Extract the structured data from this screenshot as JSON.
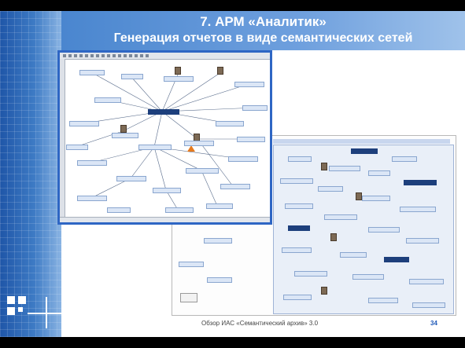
{
  "slide": {
    "title": "7. АРМ «Аналитик»",
    "subtitle": "Генерация отчетов в виде семантических сетей",
    "footer": "Обзор ИАС «Семантический архив» 3.0",
    "page_number": "34"
  },
  "colors": {
    "accent_blue": "#2e66c4",
    "band_blue": "#4a86cf",
    "dark_node": "#1d3f7c",
    "light_node": "#dbe6f6"
  },
  "screenshots": {
    "front": {
      "kind": "semantic-network-editor-window"
    },
    "back": {
      "kind": "printed-semantic-network-report"
    }
  }
}
